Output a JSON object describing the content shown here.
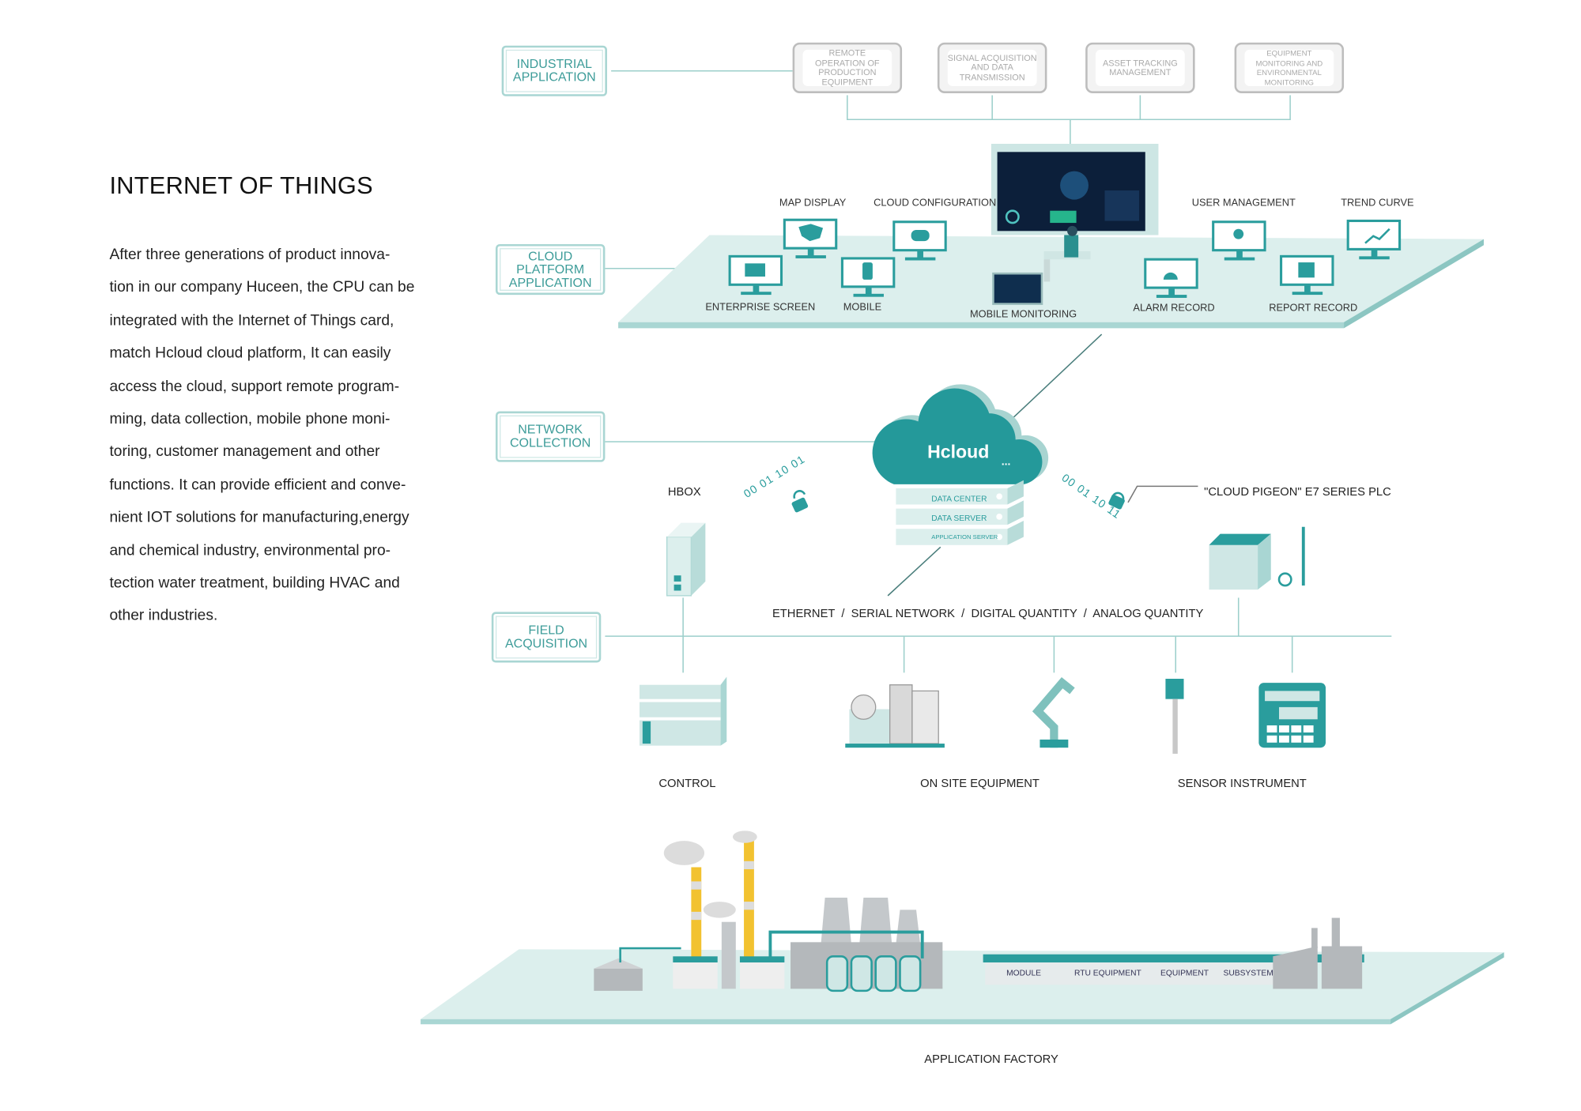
{
  "intro": {
    "title": "INTERNET OF THINGS",
    "paragraph_lines": [
      "After three generations of product innova-",
      "tion in our company Huceen, the CPU can be",
      "integrated with the Internet of Things card,",
      "match Hcloud cloud platform, It can easily",
      "access the cloud, support remote program-",
      "ming, data collection, mobile phone moni-",
      "toring, customer management and other",
      "functions. It can provide efficient and conve-",
      "nient IOT solutions for manufacturing,energy",
      "and chemical industry, environmental pro-",
      "tection water treatment, building HVAC and",
      "other industries."
    ]
  },
  "layers": {
    "industrial": "INDUSTRIAL APPLICATION",
    "cloud_platform": "CLOUD PLATFORM APPLICATION",
    "network": "NETWORK COLLECTION",
    "field": "FIELD ACQUISITION"
  },
  "industrial_apps": [
    "REMOTE OPERATION OF PRODUCTION EQUIPMENT",
    "SIGNAL ACQUISITION AND DATA TRANSMISSION",
    "ASSET TRACKING MANAGEMENT",
    "EQUIPMENT MONITORING AND ENVIRONMENTAL MONITORING"
  ],
  "cloud_platform": {
    "map_display": "MAP DISPLAY",
    "cloud_configuration": "CLOUD CONFIGURATION",
    "enterprise_screen": "ENTERPRISE SCREEN",
    "mobile": "MOBILE",
    "mobile_monitoring": "MOBILE MONITORING",
    "user_management": "USER MANAGEMENT",
    "trend_curve": "TREND CURVE",
    "alarm_record": "ALARM RECORD",
    "report_record": "REPORT RECORD"
  },
  "network": {
    "cloud_name": "Hcloud",
    "cloud_more": "...",
    "servers": [
      "DATA CENTER",
      "DATA SERVER",
      "APPLICATION SERVER"
    ],
    "hbox": "HBOX",
    "plc": "\"CLOUD PIGEON\" E7 SERIES PLC",
    "binary_left": "00 01 10 01",
    "binary_right": "00 01 10 11",
    "protocols": "ETHERNET  /  SERIAL NETWORK  /  DIGITAL QUANTITY  /  ANALOG QUANTITY"
  },
  "field": {
    "control": "CONTROL",
    "on_site_equipment": "ON SITE EQUIPMENT",
    "sensor_instrument": "SENSOR INSTRUMENT"
  },
  "factory": {
    "items": [
      "MODULE",
      "RTU EQUIPMENT",
      "EQUIPMENT",
      "SUBSYSTEM"
    ],
    "label": "APPLICATION FACTORY"
  },
  "colors": {
    "teal": "#2a9d9d",
    "platform": "#d6eeec",
    "platform_edge": "#a9d6d3",
    "grey": "#b4b8bb"
  }
}
